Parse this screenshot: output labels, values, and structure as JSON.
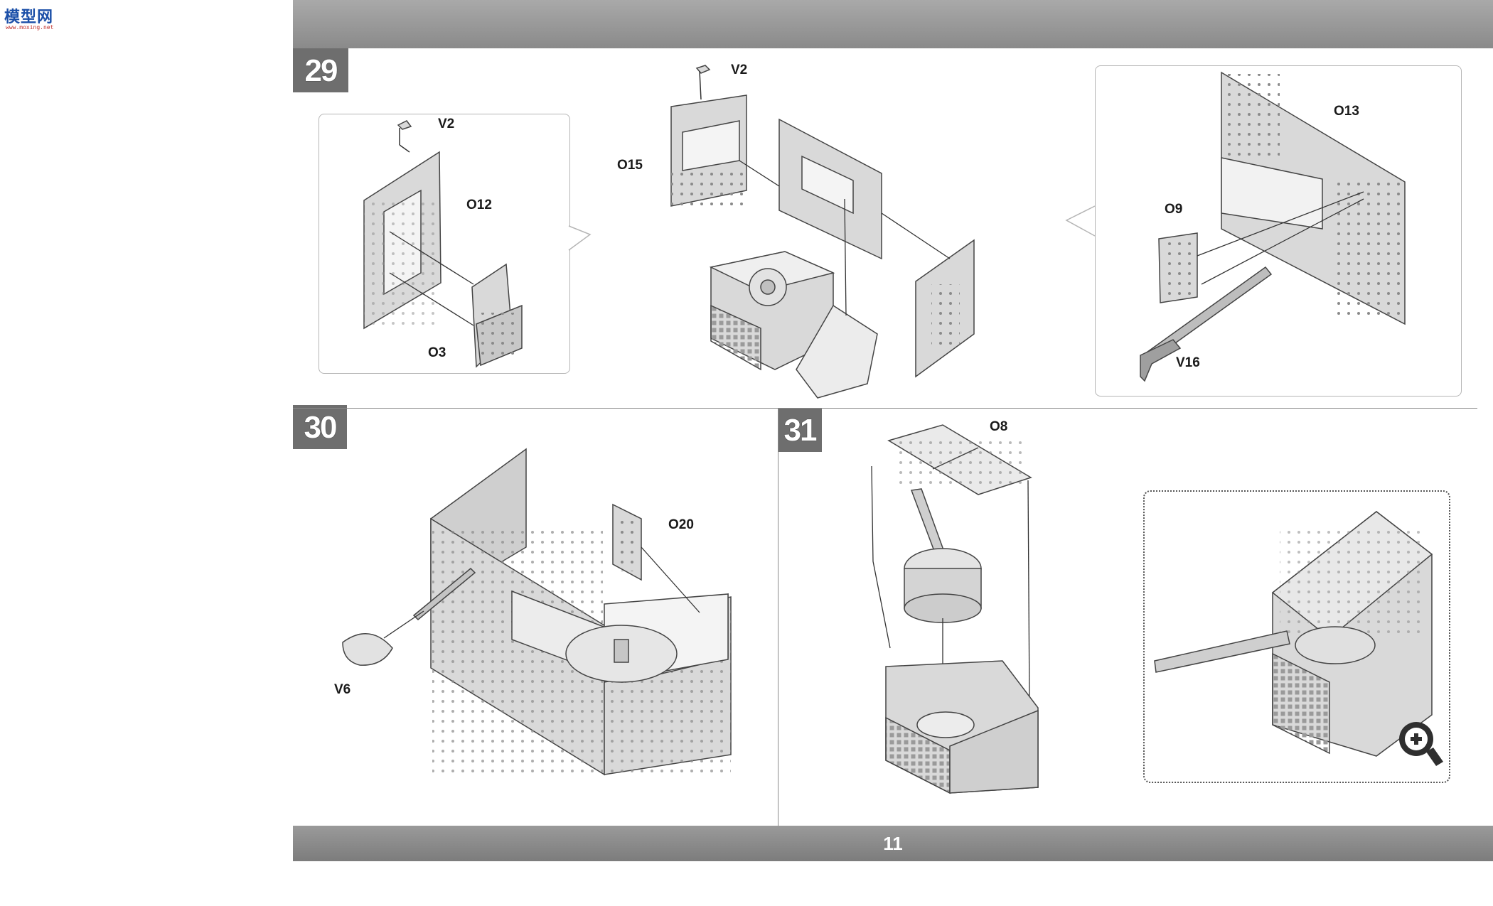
{
  "watermark": {
    "brand": "模型网",
    "url": "www.moxing.net"
  },
  "page": {
    "number": "11"
  },
  "steps": [
    {
      "number": "29"
    },
    {
      "number": "30"
    },
    {
      "number": "31"
    }
  ],
  "step29": {
    "detail_left_labels": {
      "v2": "V2",
      "o12": "O12",
      "o3": "O3"
    },
    "main_labels": {
      "v2": "V2",
      "o15": "O15"
    },
    "detail_right_labels": {
      "o13": "O13",
      "o9": "O9",
      "v16": "V16"
    }
  },
  "step30": {
    "labels": {
      "o20": "O20",
      "v6": "V6"
    }
  },
  "step31": {
    "labels": {
      "o8": "O8"
    },
    "zoom_icon": "magnifier-plus-icon"
  },
  "colors": {
    "band": "#8f8f8f",
    "badge": "#6e6e6e",
    "plate": "#d8d8d8",
    "line": "#3a3a3a"
  }
}
